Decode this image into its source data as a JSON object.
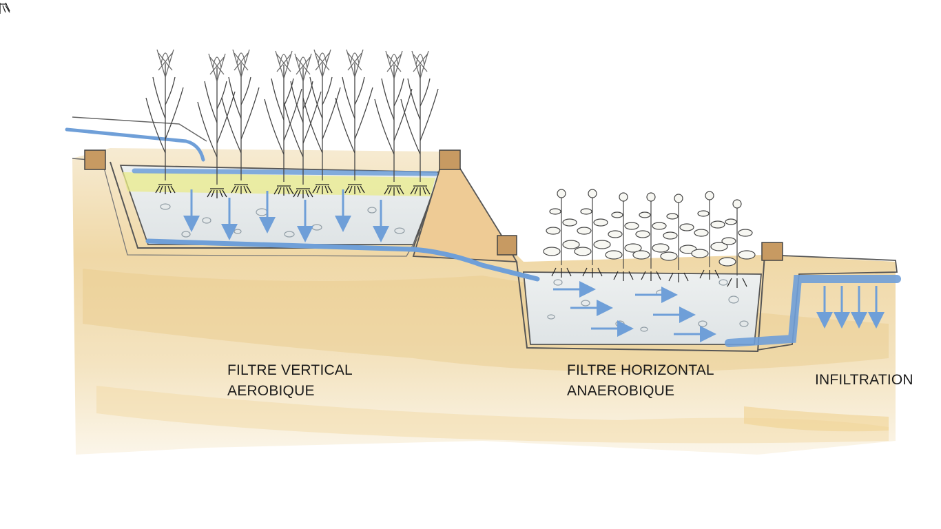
{
  "labels": {
    "vertical_filter": {
      "line1": "FILTRE VERTICAL",
      "line2": "AEROBIQUE"
    },
    "horizontal_filter": {
      "line1": "FILTRE HORIZONTAL",
      "line2": "ANAEROBIQUE"
    },
    "infiltration": "INFILTRATION"
  },
  "colors": {
    "water": "#6f9fd8",
    "soil_light": "#f3e3bf",
    "soil_dark": "#e8c98c",
    "gravel": "#e4e8ea",
    "sand_yellow": "#e9eb8a",
    "outline": "#555555",
    "plant": "#444444"
  },
  "icons": [
    "reed-plant-icon",
    "marsh-plant-icon",
    "water-flow-arrow-icon",
    "concrete-block-icon"
  ]
}
